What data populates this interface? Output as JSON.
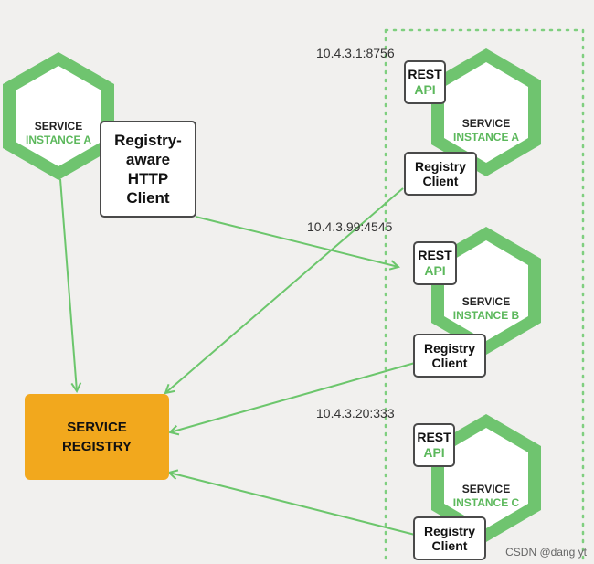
{
  "colors": {
    "background": "#f1f0ee",
    "hexagon": "#6fc46f",
    "arrow": "#6cc66c",
    "registry": "#f2a81d",
    "instance_label": "#5cb85c"
  },
  "client_side": {
    "service": {
      "line1": "SERVICE",
      "line2": "INSTANCE A"
    },
    "http_client": {
      "line1": "Registry-",
      "line2": "aware",
      "line3": "HTTP",
      "line4": "Client"
    }
  },
  "registry": {
    "line1": "SERVICE",
    "line2": "REGISTRY"
  },
  "instances": [
    {
      "address": "10.4.3.1:8756",
      "rest": {
        "line1": "REST",
        "line2": "API"
      },
      "service": {
        "line1": "SERVICE",
        "line2": "INSTANCE A"
      },
      "client": {
        "line1": "Registry",
        "line2": "Client"
      }
    },
    {
      "address": "10.4.3.99:4545",
      "rest": {
        "line1": "REST",
        "line2": "API"
      },
      "service": {
        "line1": "SERVICE",
        "line2": "INSTANCE B"
      },
      "client": {
        "line1": "Registry",
        "line2": "Client"
      }
    },
    {
      "address": "10.4.3.20:333",
      "rest": {
        "line1": "REST",
        "line2": "API"
      },
      "service": {
        "line1": "SERVICE",
        "line2": "INSTANCE C"
      },
      "client": {
        "line1": "Registry",
        "line2": "Client"
      }
    }
  ],
  "watermark": "CSDN @dang yt"
}
